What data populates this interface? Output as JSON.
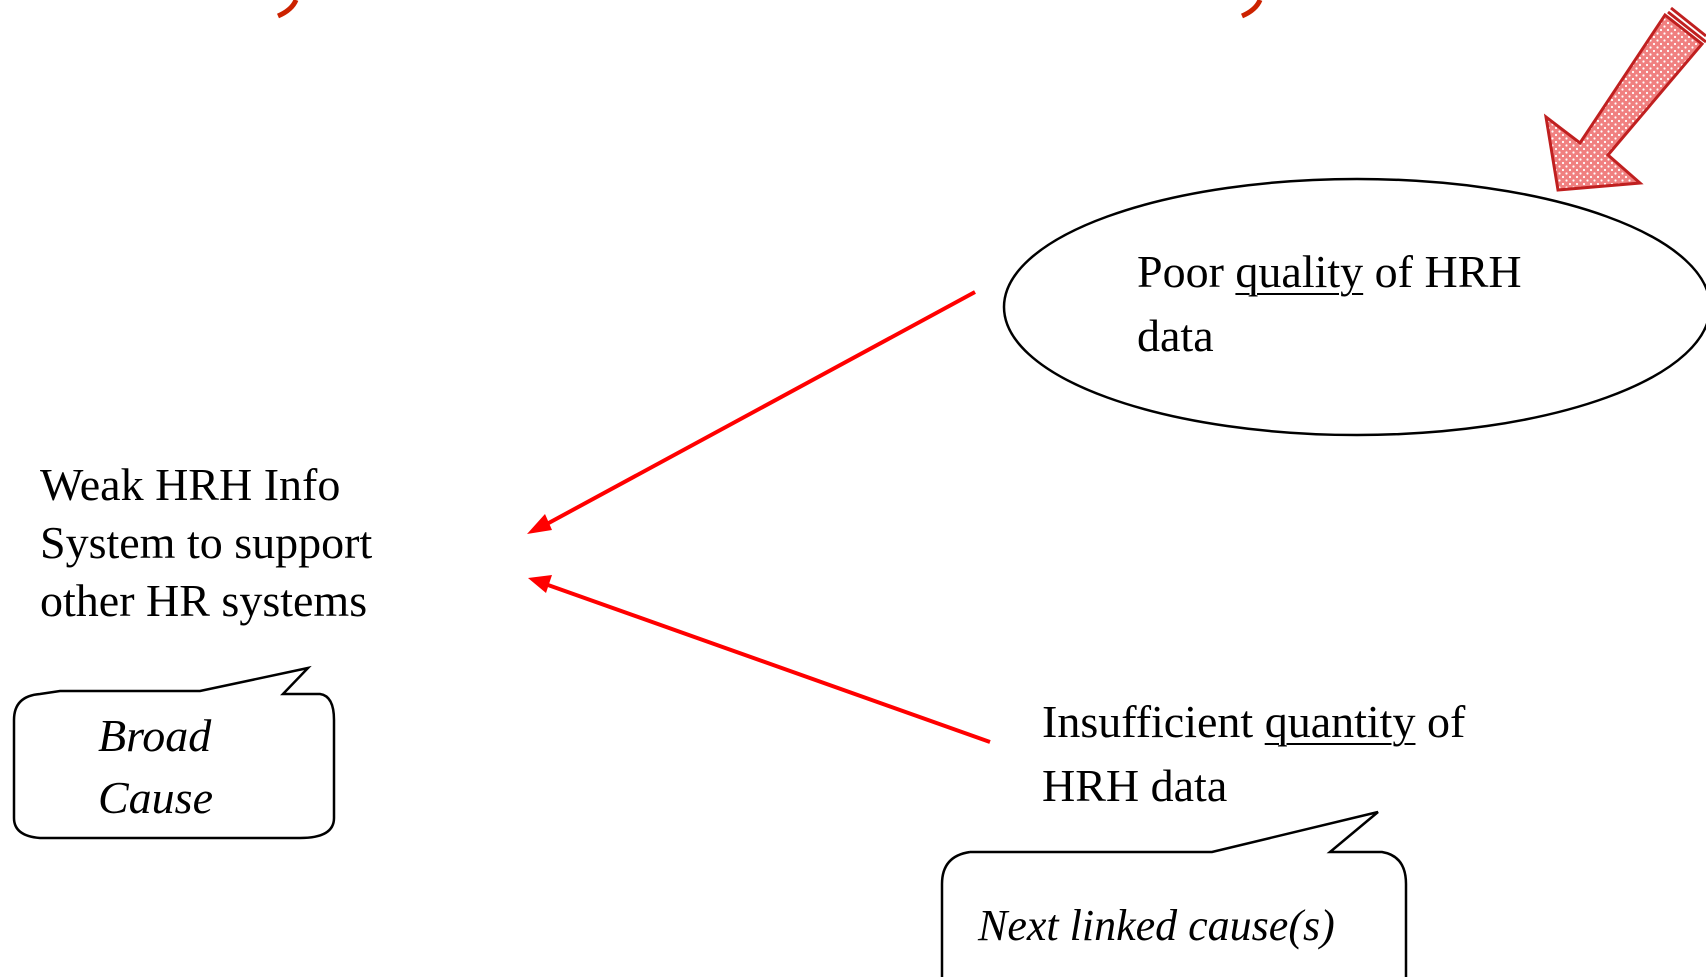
{
  "colors": {
    "arrow": "#ff0000",
    "big_arrow_fill": "#f08080",
    "big_arrow_dots": "#ffffff",
    "outline": "#000000"
  },
  "nodes": {
    "broad_cause": {
      "line1": "Weak HRH Info",
      "line2": "System to support",
      "line3": "other HR systems"
    },
    "quality": {
      "part1": "Poor ",
      "underlined": "quality",
      "part2": " of HRH",
      "line2": "data"
    },
    "quantity": {
      "part1": "Insufficient ",
      "underlined": "quantity",
      "part2": " of",
      "line2": "HRH data"
    }
  },
  "callouts": {
    "broad": {
      "line1": "Broad",
      "line2": "Cause"
    },
    "next": {
      "text": "Next linked cause(s)"
    }
  },
  "icons": {
    "big_arrow": "down-left-dotted-arrow-icon"
  }
}
